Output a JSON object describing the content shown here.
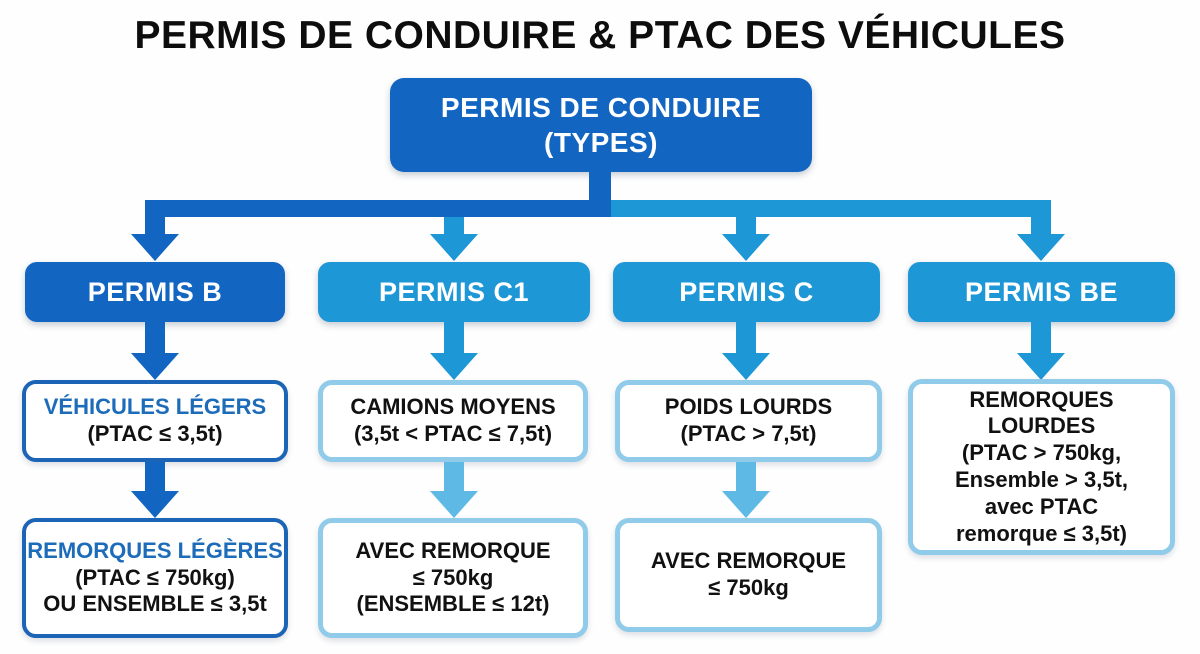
{
  "title": "PERMIS DE CONDUIRE & PTAC DES VÉHICULES",
  "root": {
    "line1": "PERMIS DE CONDUIRE",
    "line2": "(TYPES)"
  },
  "columns": [
    {
      "header": "PERMIS B",
      "box1": {
        "line1": "VÉHICULES LÉGERS",
        "line2": "(PTAC ≤ 3,5t)"
      },
      "box2": {
        "line1": "REMORQUES LÉGÈRES",
        "line2": "(PTAC ≤ 750kg)",
        "line3": "OU ENSEMBLE ≤ 3,5t"
      }
    },
    {
      "header": "PERMIS C1",
      "box1": {
        "line1": "CAMIONS MOYENS",
        "line2": "(3,5t < PTAC ≤ 7,5t)"
      },
      "box2": {
        "line1": "AVEC REMORQUE",
        "line2": "≤ 750kg",
        "line3": "(ENSEMBLE ≤ 12t)"
      }
    },
    {
      "header": "PERMIS C",
      "box1": {
        "line1": "POIDS LOURDS",
        "line2": "(PTAC > 7,5t)"
      },
      "box2": {
        "line1": "AVEC REMORQUE",
        "line2": "≤ 750kg"
      }
    },
    {
      "header": "PERMIS BE",
      "box1": {
        "line1": "REMORQUES",
        "line2": "LOURDES",
        "line3": "(PTAC > 750kg,",
        "line4": "Ensemble > 3,5t,",
        "line5": "avec PTAC",
        "line6": "remorque ≤ 3,5t)"
      }
    }
  ],
  "colors": {
    "dark_blue": "#1266c2",
    "medium_blue": "#1e97d6",
    "pale_blue_border": "#90cbea",
    "pale_blue_arrow": "#5fb9e5",
    "text_blue": "#1d6cba",
    "text_black": "#111111"
  }
}
